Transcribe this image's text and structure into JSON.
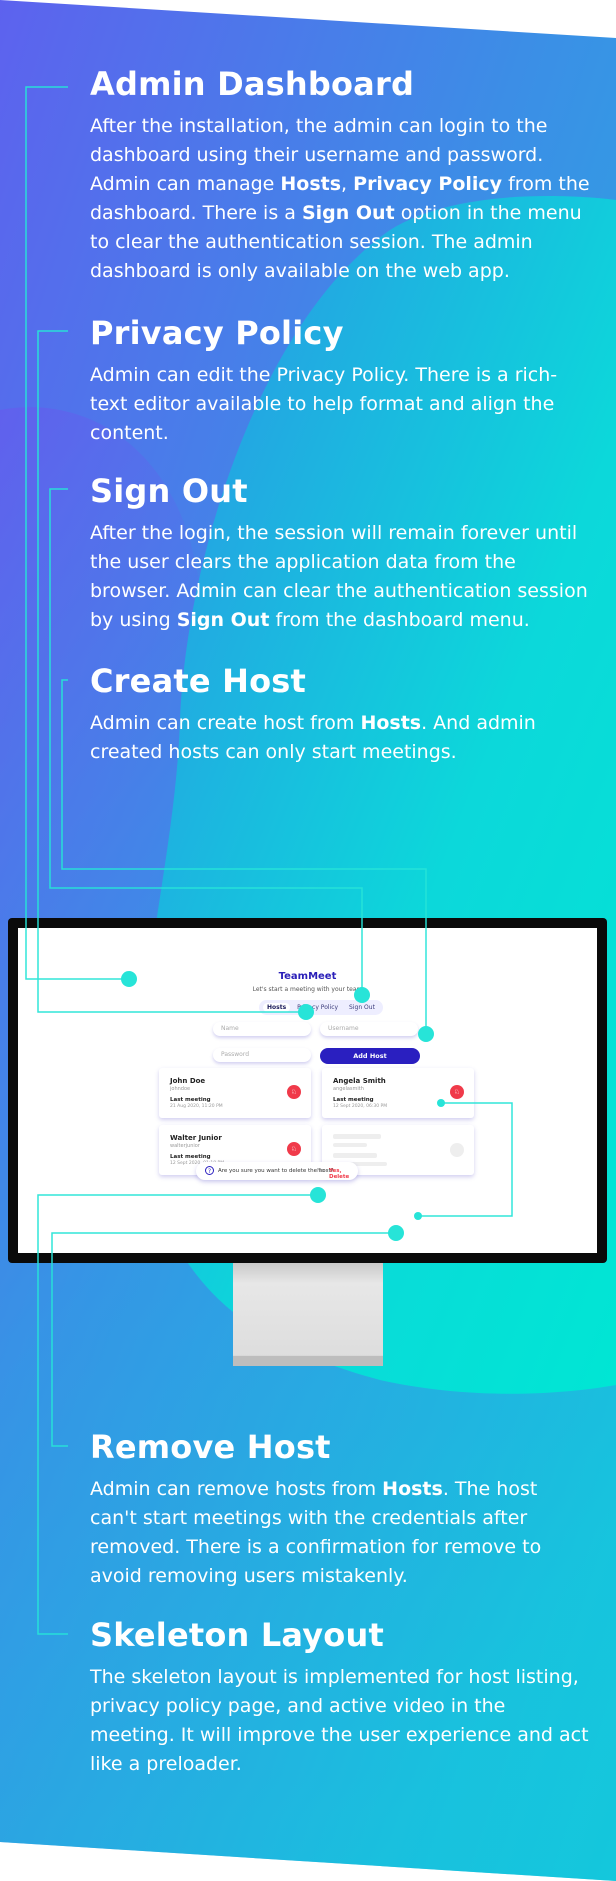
{
  "sections": [
    {
      "title": "Admin Dashboard",
      "body": [
        {
          "t": "After the installation, the admin can login to the dashboard using their username and password. Admin can manage "
        },
        {
          "t": "Hosts",
          "b": true
        },
        {
          "t": ", "
        },
        {
          "t": "Privacy Policy",
          "b": true
        },
        {
          "t": " from the dashboard. There is a "
        },
        {
          "t": "Sign Out",
          "b": true
        },
        {
          "t": " option in the menu to clear the authentication session. The admin dashboard is only available on the web app."
        }
      ]
    },
    {
      "title": "Privacy Policy",
      "body": [
        {
          "t": "Admin can edit the Privacy Policy. There is a rich-text editor available to help format and align the content."
        }
      ]
    },
    {
      "title": "Sign Out",
      "body": [
        {
          "t": "After the login, the session will remain forever until the user clears the application data from the browser. Admin can clear the authentication session by using "
        },
        {
          "t": "Sign Out",
          "b": true
        },
        {
          "t": " from the dashboard menu."
        }
      ]
    },
    {
      "title": "Create Host",
      "body": [
        {
          "t": "Admin can create host from "
        },
        {
          "t": "Hosts",
          "b": true
        },
        {
          "t": ". And admin created hosts can only start meetings."
        }
      ]
    },
    {
      "title": "Remove Host",
      "body": [
        {
          "t": "Admin can remove hosts from "
        },
        {
          "t": "Hosts",
          "b": true
        },
        {
          "t": ". The host can't start meetings with the credentials after removed. There is a confirmation for remove to avoid removing users mistakenly."
        }
      ]
    },
    {
      "title": "Skeleton Layout",
      "body": [
        {
          "t": "The skeleton layout is implemented for host listing, privacy policy page, and active video in the meeting. It will improve the user experience and act like a preloader."
        }
      ]
    }
  ],
  "app": {
    "brand": "TeamMeet",
    "tagline": "Let's start a meeting with your team",
    "nav": [
      "Hosts",
      "Privacy Policy",
      "Sign Out"
    ],
    "name_placeholder": "Name",
    "username_placeholder": "Username",
    "password_placeholder": "Password",
    "add_button": "Add Host",
    "cards": [
      {
        "name": "John Doe",
        "username": "johndoe",
        "last_label": "Last meeting",
        "last": "21 Aug 2020, 11:20 PM"
      },
      {
        "name": "Angela Smith",
        "username": "angelasmith",
        "last_label": "Last meeting",
        "last": "12 Sept 2020, 06:30 PM"
      },
      {
        "name": "Walter Junior",
        "username": "walterjunior",
        "last_label": "Last meeting",
        "last": "12 Sept 2020, 01:18 PM"
      }
    ],
    "confirm": {
      "text": "Are you sure you want to delete the host?",
      "no": "No",
      "yes": "Yes, Delete"
    }
  },
  "colors": {
    "gradient_top": "#5b67ee",
    "gradient_bottom": "#1fc2dc",
    "blob": "#04e0d6",
    "connector": "#27e4d8",
    "brand": "#2a1fc0",
    "danger": "#f03a4a"
  }
}
